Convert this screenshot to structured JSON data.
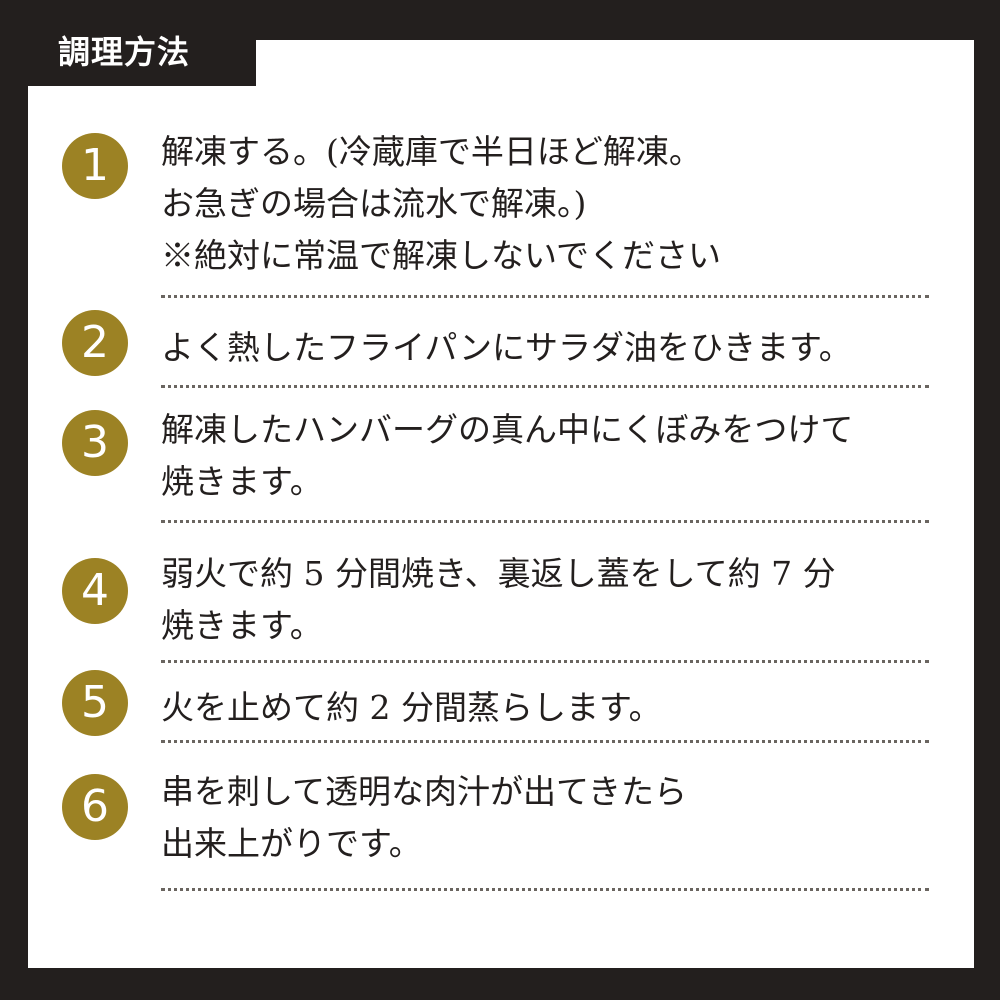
{
  "title": "調理方法",
  "accent_color": "#9c8224",
  "steps": [
    {
      "number": "1",
      "lines": [
        "解凍する。(冷蔵庫で半日ほど解凍。",
        "お急ぎの場合は流水で解凍。)",
        "※絶対に常温で解凍しないでください"
      ]
    },
    {
      "number": "2",
      "lines": [
        "よく熱したフライパンにサラダ油をひきます。"
      ]
    },
    {
      "number": "3",
      "lines": [
        "解凍したハンバーグの真ん中にくぼみをつけて",
        "焼きます。"
      ]
    },
    {
      "number": "4",
      "lines": [
        "弱火で約 5 分間焼き、裏返し蓋をして約 7 分",
        "焼きます。"
      ]
    },
    {
      "number": "5",
      "lines": [
        "火を止めて約 2 分間蒸らします。"
      ]
    },
    {
      "number": "6",
      "lines": [
        "串を刺して透明な肉汁が出てきたら",
        "出来上がりです。"
      ]
    }
  ]
}
